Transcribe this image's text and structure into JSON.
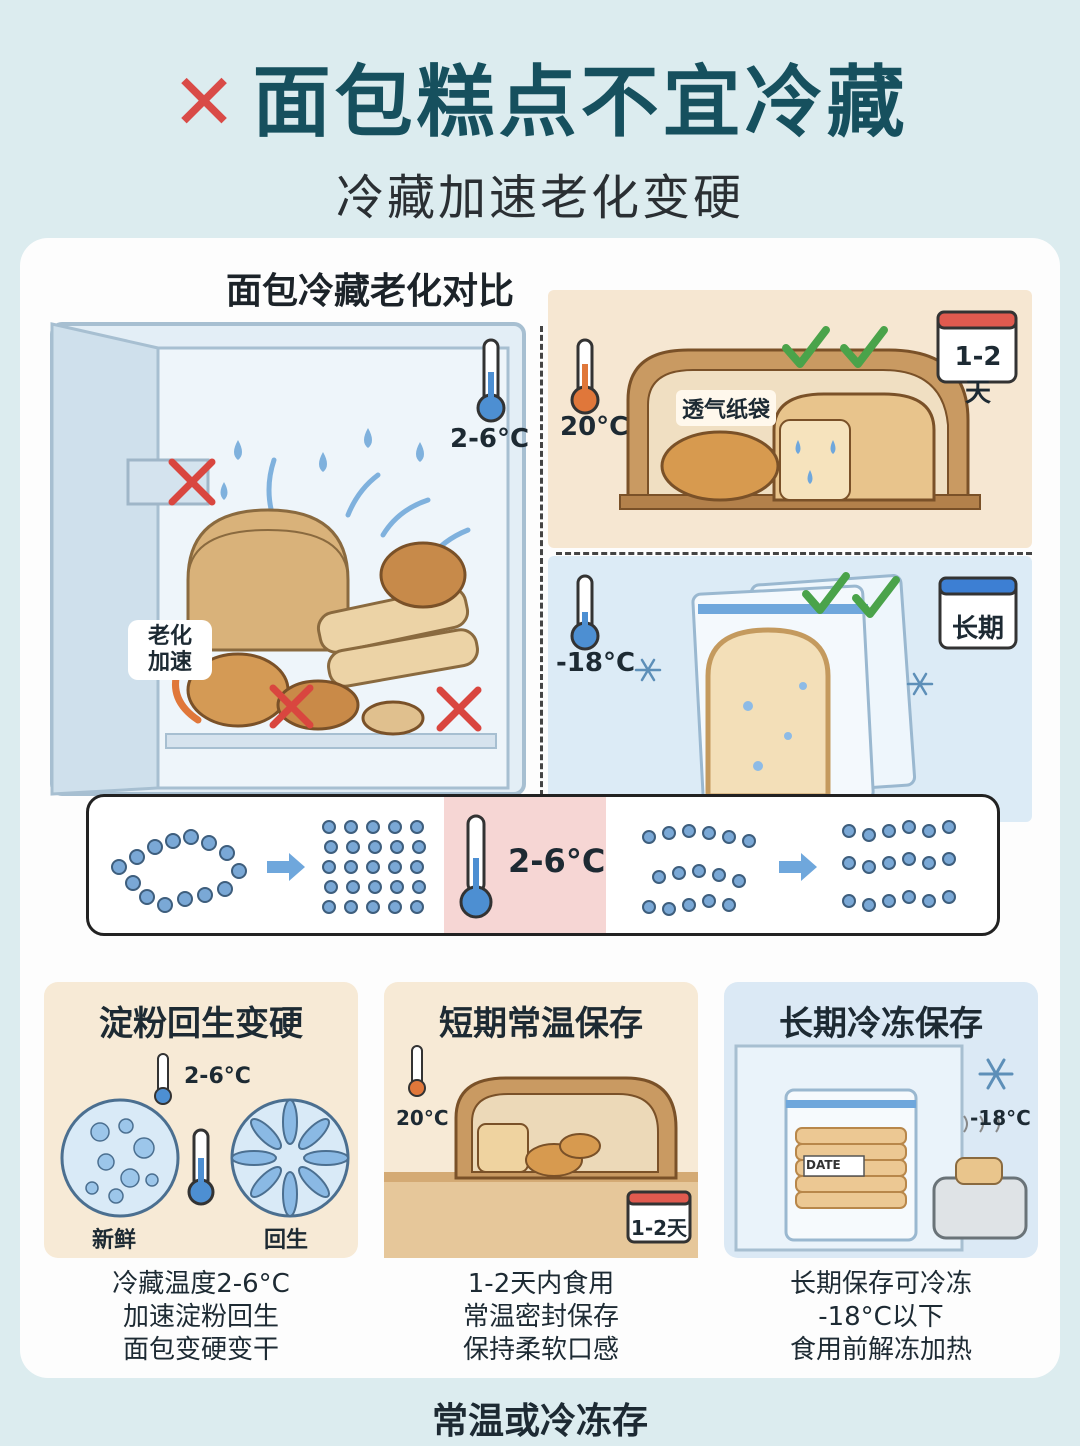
{
  "header": {
    "x_mark": "✕",
    "title": "面包糕点不宜冷藏",
    "subtitle": "冷藏加速老化变硬"
  },
  "comparison": {
    "title": "面包冷藏老化对比",
    "fridge": {
      "temp": "2-6°C",
      "aging_label": [
        "老化",
        "加速"
      ]
    },
    "room_temp": {
      "temp": "20°C",
      "bag_label": "透气纸袋",
      "days_tag": "1-2天"
    },
    "frozen": {
      "temp": "-18°C",
      "duration_tag": "长期"
    },
    "starch_strip": {
      "temp": "2-6°C"
    }
  },
  "boxes": [
    {
      "title": "淀粉回生变硬",
      "temp": "2-6°C",
      "left_label": "新鲜",
      "right_label": "回生",
      "desc": [
        "冷藏温度2-6°C",
        "加速淀粉回生",
        "面包变硬变干"
      ]
    },
    {
      "title": "短期常温保存",
      "temp": "20°C",
      "days_tag": "1-2天",
      "desc": [
        "1-2天内食用",
        "常温密封保存",
        "保持柔软口感"
      ]
    },
    {
      "title": "长期冷冻保存",
      "temp": "-18°C",
      "date_label": "DATE",
      "desc": [
        "长期保存可冷冻",
        "-18°C以下",
        "食用前解冻加热"
      ]
    }
  ],
  "footer": "常温或冷冻存",
  "colors": {
    "title": "#16505e",
    "x_mark": "#d94b47",
    "background": "#dcecef",
    "warm_panel": "#f6e7d2",
    "cold_panel": "#dcebf6",
    "highlight": "#f6d6d4",
    "check": "#4aa34a",
    "calendar_red": "#e05a4f",
    "calendar_blue": "#3d7fd3"
  }
}
